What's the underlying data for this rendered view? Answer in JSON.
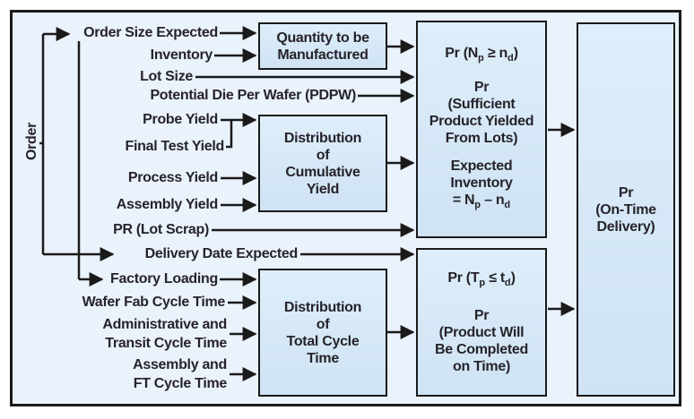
{
  "colors": {
    "panel_bg": "#eaf2fb",
    "box_fill": "#cfe3f4",
    "box_fill_light": "#deeefa",
    "line": "#1a1a1a",
    "text": "#26232a"
  },
  "order_label": "Order",
  "input_labels": {
    "order_size_expected": "Order Size Expected",
    "inventory": "Inventory",
    "lot_size": "Lot Size",
    "pdpw": "Potential Die Per Wafer (PDPW)",
    "probe_yield": "Probe Yield",
    "final_test_yield": "Final Test Yield",
    "process_yield": "Process Yield",
    "assembly_yield": "Assembly Yield",
    "pr_lot_scrap": "PR (Lot Scrap)",
    "delivery_date_expected": "Delivery Date Expected",
    "factory_loading": "Factory Loading",
    "wafer_fab_cycle_time": "Wafer Fab Cycle Time",
    "admin_transit_cycle_time": "Administrative and\nTransit Cycle Time",
    "assembly_ft_cycle_time": "Assembly and\nFT Cycle Time"
  },
  "process_boxes": {
    "quantity_to_be_manufactured": "Quantity to be\nManufactured",
    "distribution_cumulative_yield": "Distribution\nof\nCumulative\nYield",
    "distribution_total_cycle_time": "Distribution\nof\nTotal Cycle\nTime"
  },
  "probability_boxes": {
    "sufficient_product": {
      "formula": "Pr (N_p ≥ n_d)",
      "description": "Pr\n(Sufficient\nProduct Yielded\nFrom Lots)",
      "expected_inventory": "Expected\nInventory\n= N_p – n_d"
    },
    "on_time_completion": {
      "formula": "Pr (T_p ≤ t_d)",
      "description": "Pr\n(Product Will\nBe Completed\non Time)"
    },
    "on_time_delivery": "Pr\n(On-Time\nDelivery)"
  }
}
